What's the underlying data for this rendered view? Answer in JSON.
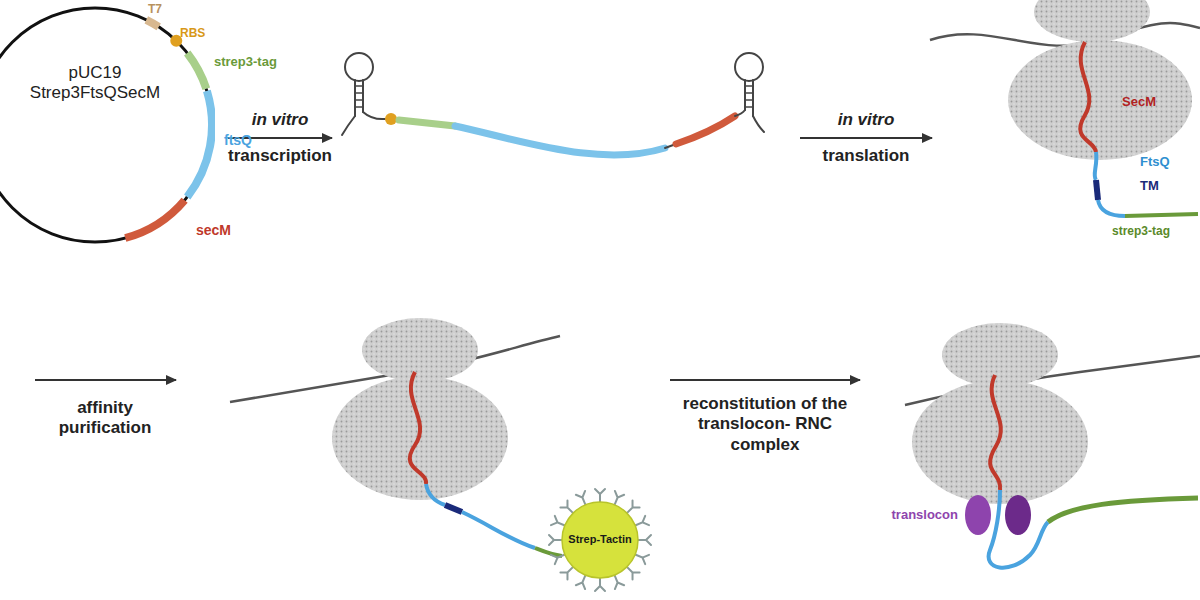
{
  "diagram": {
    "nodes": [
      {
        "text": [
          "pUC19 Strep3FtsQSecM"
        ]
      },
      {
        "text": [
          "Strep-Tactin"
        ]
      }
    ],
    "labels": [
      "T7",
      "RBS",
      "strep3-tag",
      "ftsQ",
      "secM",
      "in vitro",
      "transcription",
      "in vitro",
      "translation",
      "SecM",
      "FtsQ",
      "TM",
      "strep3-tag",
      "affinity purification",
      "reconstitution of the translocon- RNC complex",
      "translocon"
    ]
  }
}
